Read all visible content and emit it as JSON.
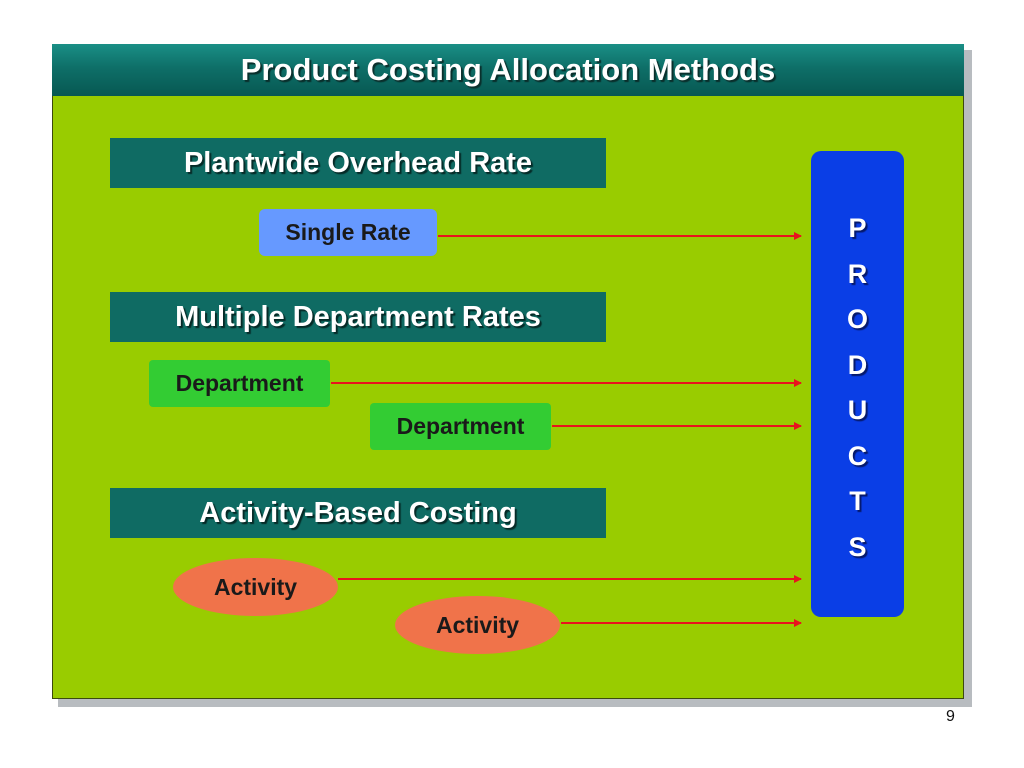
{
  "slide": {
    "title": "Product Costing Allocation Methods",
    "page_number": "9"
  },
  "methods": [
    {
      "label": "Plantwide Overhead Rate"
    },
    {
      "label": "Multiple Department Rates"
    },
    {
      "label": "Activity-Based Costing"
    }
  ],
  "sources": {
    "single_rate": "Single Rate",
    "department": "Department",
    "activity": "Activity"
  },
  "products": {
    "letters": [
      "P",
      "R",
      "O",
      "D",
      "U",
      "C",
      "T",
      "S"
    ]
  },
  "colors": {
    "background": "#99cc00",
    "title_bar": "#0f6b63",
    "method_box": "#0f6b63",
    "single_rate": "#6699ff",
    "department": "#33cc33",
    "activity": "#f0734a",
    "products": "#0a3ee6",
    "arrow": "#e8141e"
  }
}
